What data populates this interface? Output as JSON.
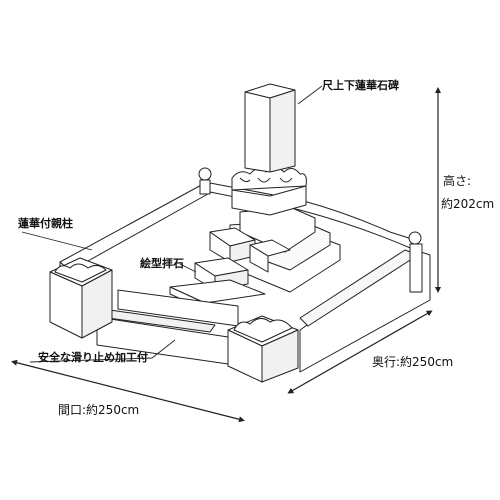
{
  "labels": {
    "top_stone": "尺上下蓮華石碑",
    "height_title": "高さ:",
    "height_value": "約202cm",
    "side_pillar": "蓮華付親柱",
    "worship_stone": "絵型拝石",
    "anti_slip": "安全な滑り止め加工付",
    "depth": "奥行:約250cm",
    "frontage": "間口:約250cm"
  },
  "colors": {
    "line": "#222222",
    "fill": "#ffffff",
    "shade": "#f1f1f1"
  }
}
